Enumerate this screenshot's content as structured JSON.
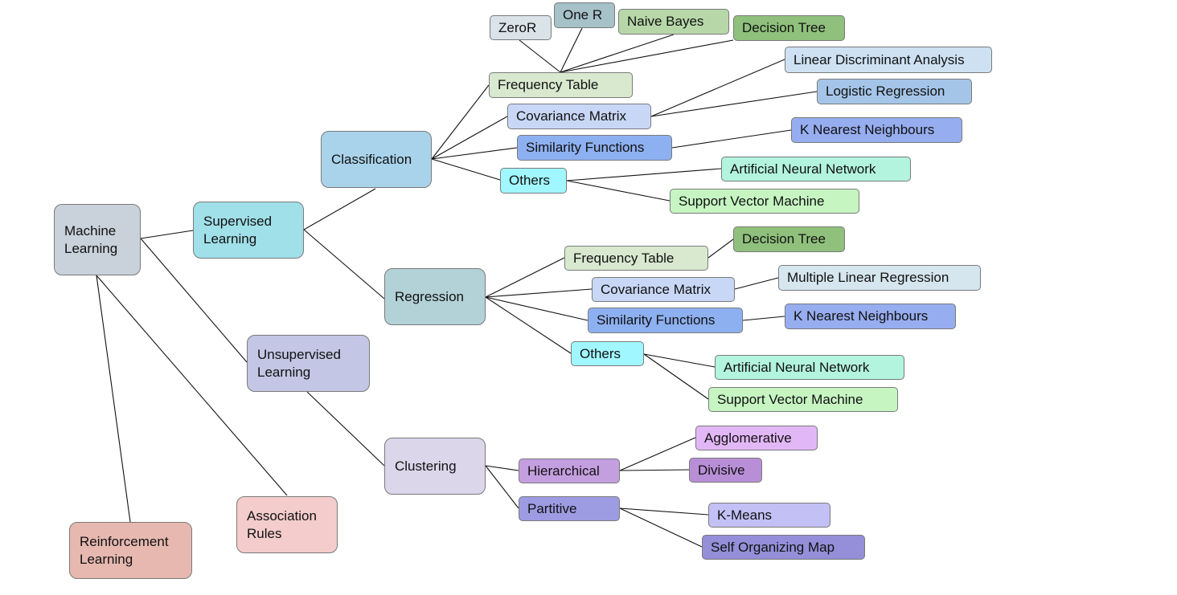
{
  "diagram": {
    "root": {
      "label": "Machine Learning",
      "color": "#c9d1da"
    },
    "supervised": {
      "label": "Supervised Learning",
      "color": "#a0e0e8"
    },
    "unsupervised": {
      "label": "Unsupervised Learning",
      "color": "#c3c6e4"
    },
    "reinforcement": {
      "label": "Reinforcement Learning",
      "color": "#e6b8b0"
    },
    "association": {
      "label": "Association Rules",
      "color": "#f3cccb"
    },
    "classification": {
      "label": "Classification",
      "color": "#a9d3ea",
      "frequency_table": {
        "label": "Frequency Table",
        "color": "#d8e9d0"
      },
      "covariance_matrix": {
        "label": "Covariance Matrix",
        "color": "#c9d7f6"
      },
      "similarity_functions": {
        "label": "Similarity Functions",
        "color": "#8db0f0"
      },
      "others": {
        "label": "Others",
        "color": "#a1f7ff"
      },
      "zeror": {
        "label": "ZeroR",
        "color": "#d9e3e8"
      },
      "one_r": {
        "label": "One R",
        "color": "#a6c1c8"
      },
      "naive_bayes": {
        "label": "Naive Bayes",
        "color": "#b7d7a8"
      },
      "decision_tree": {
        "label": "Decision Tree",
        "color": "#8fc07c"
      },
      "lda": {
        "label": "Linear Discriminant Analysis",
        "color": "#cde1f3"
      },
      "logistic_regression": {
        "label": "Logistic Regression",
        "color": "#a4c5e8"
      },
      "knn": {
        "label": "K Nearest Neighbours",
        "color": "#96adef"
      },
      "ann": {
        "label": "Artificial Neural Network",
        "color": "#b3f4de"
      },
      "svm": {
        "label": "Support Vector Machine",
        "color": "#c6f5c2"
      }
    },
    "regression": {
      "label": "Regression",
      "color": "#b3d2d8",
      "frequency_table": {
        "label": "Frequency Table",
        "color": "#d8e9d0"
      },
      "covariance_matrix": {
        "label": "Covariance Matrix",
        "color": "#c9d7f6"
      },
      "similarity_functions": {
        "label": "Similarity Functions",
        "color": "#8db0f0"
      },
      "others": {
        "label": "Others",
        "color": "#a1f7ff"
      },
      "decision_tree": {
        "label": "Decision Tree",
        "color": "#8fc07c"
      },
      "mlr": {
        "label": "Multiple Linear Regression",
        "color": "#d6e6ef"
      },
      "knn": {
        "label": "K Nearest Neighbours",
        "color": "#96adef"
      },
      "ann": {
        "label": "Artificial Neural Network",
        "color": "#b3f4de"
      },
      "svm": {
        "label": "Support Vector Machine",
        "color": "#c6f5c2"
      }
    },
    "clustering": {
      "label": "Clustering",
      "color": "#dcd6ea",
      "hierarchical": {
        "label": "Hierarchical",
        "color": "#c49fe0"
      },
      "partitive": {
        "label": "Partitive",
        "color": "#9d9be2"
      },
      "agglomerative": {
        "label": "Agglomerative",
        "color": "#e2b7f6"
      },
      "divisive": {
        "label": "Divisive",
        "color": "#b88fd6"
      },
      "kmeans": {
        "label": "K-Means",
        "color": "#c3c0f6"
      },
      "som": {
        "label": "Self Organizing Map",
        "color": "#948fd8"
      }
    }
  }
}
